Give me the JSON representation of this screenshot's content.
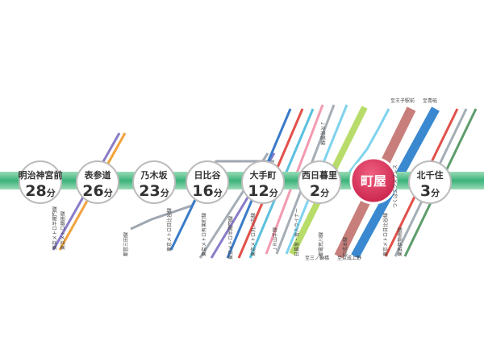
{
  "main_line": {
    "color": "#3cb37a"
  },
  "stations": [
    {
      "name": "明治神宮前",
      "time": "28",
      "unit": "分"
    },
    {
      "name": "表参道",
      "time": "26",
      "unit": "分"
    },
    {
      "name": "乃木坂",
      "time": "23",
      "unit": "分"
    },
    {
      "name": "日比谷",
      "time": "16",
      "unit": "分"
    },
    {
      "name": "大手町",
      "time": "12",
      "unit": "分"
    },
    {
      "name": "西日暮里",
      "time": "2",
      "unit": "分"
    },
    {
      "name": "町屋",
      "time": "",
      "unit": ""
    },
    {
      "name": "北千住",
      "time": "3",
      "unit": "分"
    }
  ],
  "current_station": {
    "name": "町屋",
    "color": "#d8325a"
  },
  "transfer_labels": [
    "東京メトロ半蔵門線",
    "東京メトロ銀座線",
    "都営三田線",
    "東京メトロ日比谷線",
    "東京メトロ有楽町線",
    "東京メトロ半蔵門線",
    "東京メトロ丸ノ内線",
    "ＪＲ山手線",
    "日暮里・舎人ライナー",
    "都電荒川線",
    "京成本線",
    "ＪＲ常磐線",
    "東京メトロ日比谷線",
    "東武伊勢崎線",
    "つくばエクスプレス"
  ],
  "extra_labels": {
    "oji": "至王子駅前",
    "minowa": "至三ノ輪橋",
    "aoto": "至青砥",
    "keisei_ueno": "至京成上野"
  }
}
